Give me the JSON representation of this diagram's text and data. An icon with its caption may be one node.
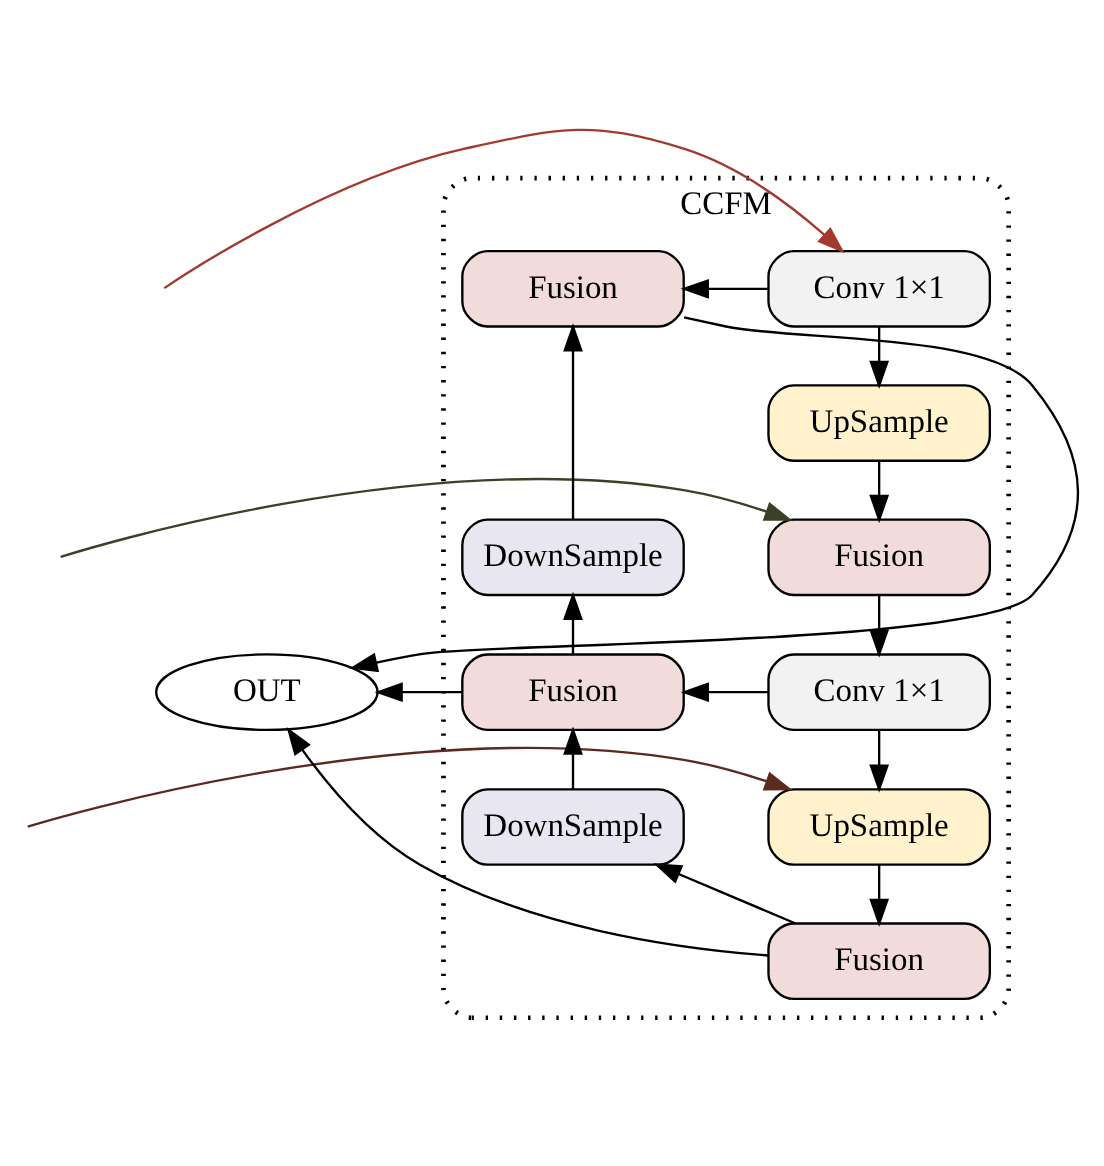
{
  "diagram": {
    "nodes": [
      {
        "text": [
          "CCFM"
        ]
      },
      {
        "text": [
          "Conv 1×1"
        ],
        "in": 0
      },
      {
        "text": [
          "UpSample"
        ],
        "in": 0
      },
      {
        "text": [
          "Fusion"
        ],
        "in": 0
      },
      {
        "text": [
          "Conv 1×1"
        ],
        "in": 0
      },
      {
        "text": [
          "UpSample"
        ],
        "in": 0
      },
      {
        "text": [
          "Fusion"
        ],
        "in": 0
      },
      {
        "text": [
          "Fusion"
        ],
        "in": 0
      },
      {
        "text": [
          "DownSample"
        ],
        "in": 0
      },
      {
        "text": [
          "Fusion"
        ],
        "in": 0
      },
      {
        "text": [
          "DownSample"
        ],
        "in": 0
      },
      {
        "text": [
          "OUT"
        ]
      }
    ],
    "edges": [
      {
        "from": null,
        "to": 1,
        "arrow": "to",
        "color": "#a33a2e"
      },
      {
        "from": null,
        "to": 3,
        "arrow": "to",
        "color": "#3a4226"
      },
      {
        "from": null,
        "to": 5,
        "arrow": "to",
        "color": "#5c2a1e"
      },
      {
        "from": 1,
        "to": 2,
        "arrow": "to"
      },
      {
        "from": 1,
        "to": 7,
        "arrow": "to"
      },
      {
        "from": 2,
        "to": 3,
        "arrow": "to"
      },
      {
        "from": 3,
        "to": 4,
        "arrow": "to"
      },
      {
        "from": 4,
        "to": 5,
        "arrow": "to"
      },
      {
        "from": 4,
        "to": 9,
        "arrow": "to"
      },
      {
        "from": 5,
        "to": 6,
        "arrow": "to"
      },
      {
        "from": 6,
        "to": 10,
        "arrow": "to"
      },
      {
        "from": 10,
        "to": 9,
        "arrow": "to"
      },
      {
        "from": 9,
        "to": 8,
        "arrow": "to"
      },
      {
        "from": 8,
        "to": 7,
        "arrow": "to"
      },
      {
        "from": 7,
        "to": 11,
        "arrow": "to"
      },
      {
        "from": 9,
        "to": 11,
        "arrow": "to"
      },
      {
        "from": 6,
        "to": 11,
        "arrow": "to"
      }
    ]
  }
}
